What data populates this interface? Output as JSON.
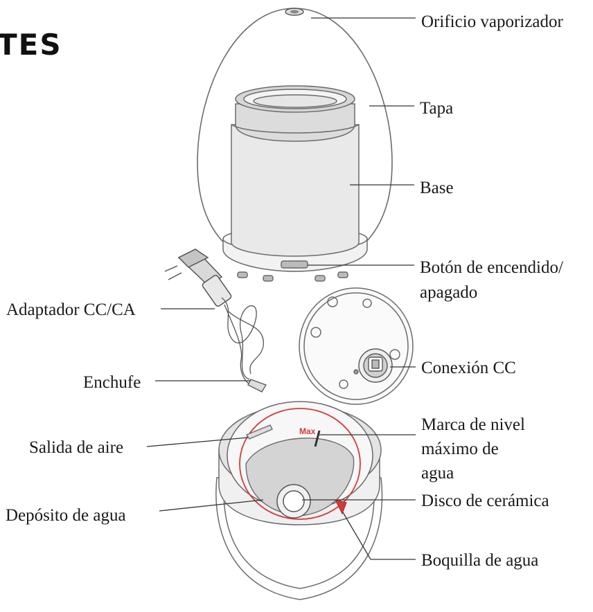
{
  "heading": "TES",
  "labels": {
    "orificio": "Orificio vaporizador",
    "tapa": "Tapa",
    "base": "Base",
    "boton_1": "Botón de encendido/",
    "boton_2": "apagado",
    "adaptador": "Adaptador CC/CA",
    "enchufe": "Enchufe",
    "conexion": "Conexión CC",
    "marca_1": "Marca de nivel",
    "marca_2": "máximo de",
    "marca_3": "agua",
    "salida": "Salida de aire",
    "deposito": "Depósito de agua",
    "disco": "Disco de cerámica",
    "boquilla": "Boquilla de agua"
  },
  "max_mark": "Max",
  "colors": {
    "line": "#333333",
    "outline": "#6b6b6b",
    "red": "#d23a3a"
  }
}
